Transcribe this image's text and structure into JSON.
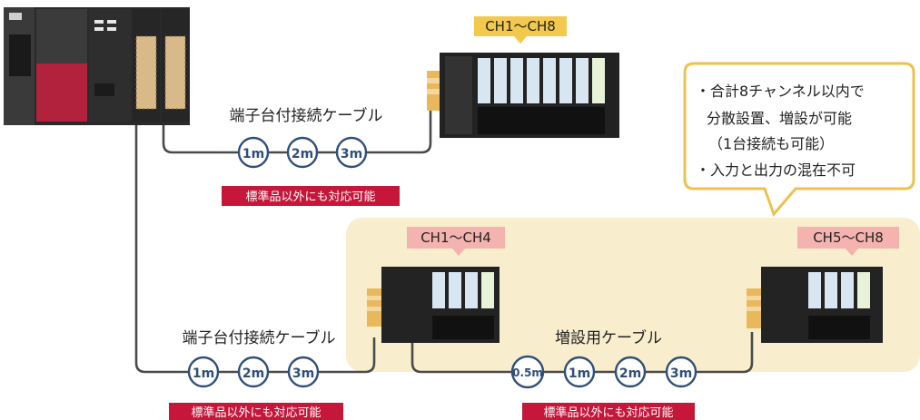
{
  "top_row": {
    "cable_label": "端子台付接続ケーブル",
    "lengths": [
      "1m",
      "2m",
      "3m"
    ],
    "badge": "標準品以外にも対応可能",
    "channel_tag": "CH1～CH8"
  },
  "callout": {
    "lines": [
      "・合計8チャンネル以内で",
      "分散設置、増設が可能",
      "（1台接続も可能）",
      "・入力と出力の混在不可"
    ]
  },
  "bottom_row": {
    "cable_label": "端子台付接続ケーブル",
    "lengths": [
      "1m",
      "2m",
      "3m"
    ],
    "badge": "標準品以外にも対応可能",
    "left_channel_tag": "CH1～CH4",
    "right_channel_tag": "CH5～CH8"
  },
  "extension": {
    "cable_label": "増設用ケーブル",
    "lengths": [
      "0.5m",
      "1m",
      "2m",
      "3m"
    ],
    "badge": "標準品以外にも対応可能"
  },
  "colors": {
    "tag_yellow": "#f2c94c",
    "tag_pink": "#f4b3ae",
    "badge_red": "#c6173b",
    "length_circle": "#2f4e7a",
    "highlight_area": "#f8edcd",
    "callout_border": "#ecc24f"
  }
}
